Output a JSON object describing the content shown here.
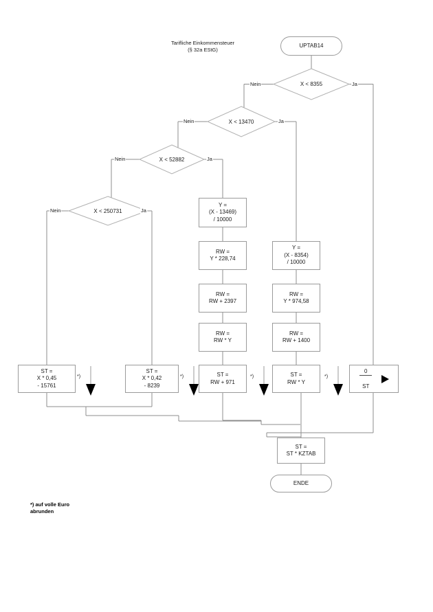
{
  "diagram": {
    "title": "Tarifliche Einkommensteuer\n(§ 32a EStG)",
    "footnote": "*) auf volle Euro\n    abrunden",
    "start_label": "UPTAB14",
    "end_label": "ENDE",
    "edge_yes": "Ja",
    "edge_no": "Nein",
    "round_marker": "*)",
    "decisions": [
      {
        "id": "d8355",
        "text": "X < 8355"
      },
      {
        "id": "d13470",
        "text": "X < 13470"
      },
      {
        "id": "d52882",
        "text": "X < 52882"
      },
      {
        "id": "d250731",
        "text": "X < 250731"
      }
    ],
    "processes": [
      {
        "id": "y13469",
        "text": "Y =\n(X - 13469)\n/ 10000"
      },
      {
        "id": "rw22874",
        "text": "RW =\nY * 228,74"
      },
      {
        "id": "rw2397",
        "text": "RW =\nRW + 2397"
      },
      {
        "id": "rwmuly_mid",
        "text": "RW =\nRW * Y"
      },
      {
        "id": "st971",
        "text": "ST =\nRW + 971"
      },
      {
        "id": "y8354",
        "text": "Y =\n(X - 8354)\n/ 10000"
      },
      {
        "id": "rw97458",
        "text": "RW =\nY * 974,58"
      },
      {
        "id": "rw1400",
        "text": "RW =\nRW + 1400"
      },
      {
        "id": "strwy",
        "text": "ST =\nRW * Y"
      },
      {
        "id": "st045",
        "text": "ST =\nX * 0,45\n- 15761"
      },
      {
        "id": "st042",
        "text": "ST =\nX * 0,42\n- 8239"
      },
      {
        "id": "kztab",
        "text": "ST =\nST * KZTAB"
      }
    ],
    "assignment": {
      "id": "zero-st",
      "numerator": "0",
      "denominator": "ST"
    },
    "colors": {
      "line": "#8c8c8c",
      "box_border": "#9a9a9a",
      "text": "#1a1a1a",
      "background": "#ffffff",
      "marker_fill": "#000000"
    }
  }
}
